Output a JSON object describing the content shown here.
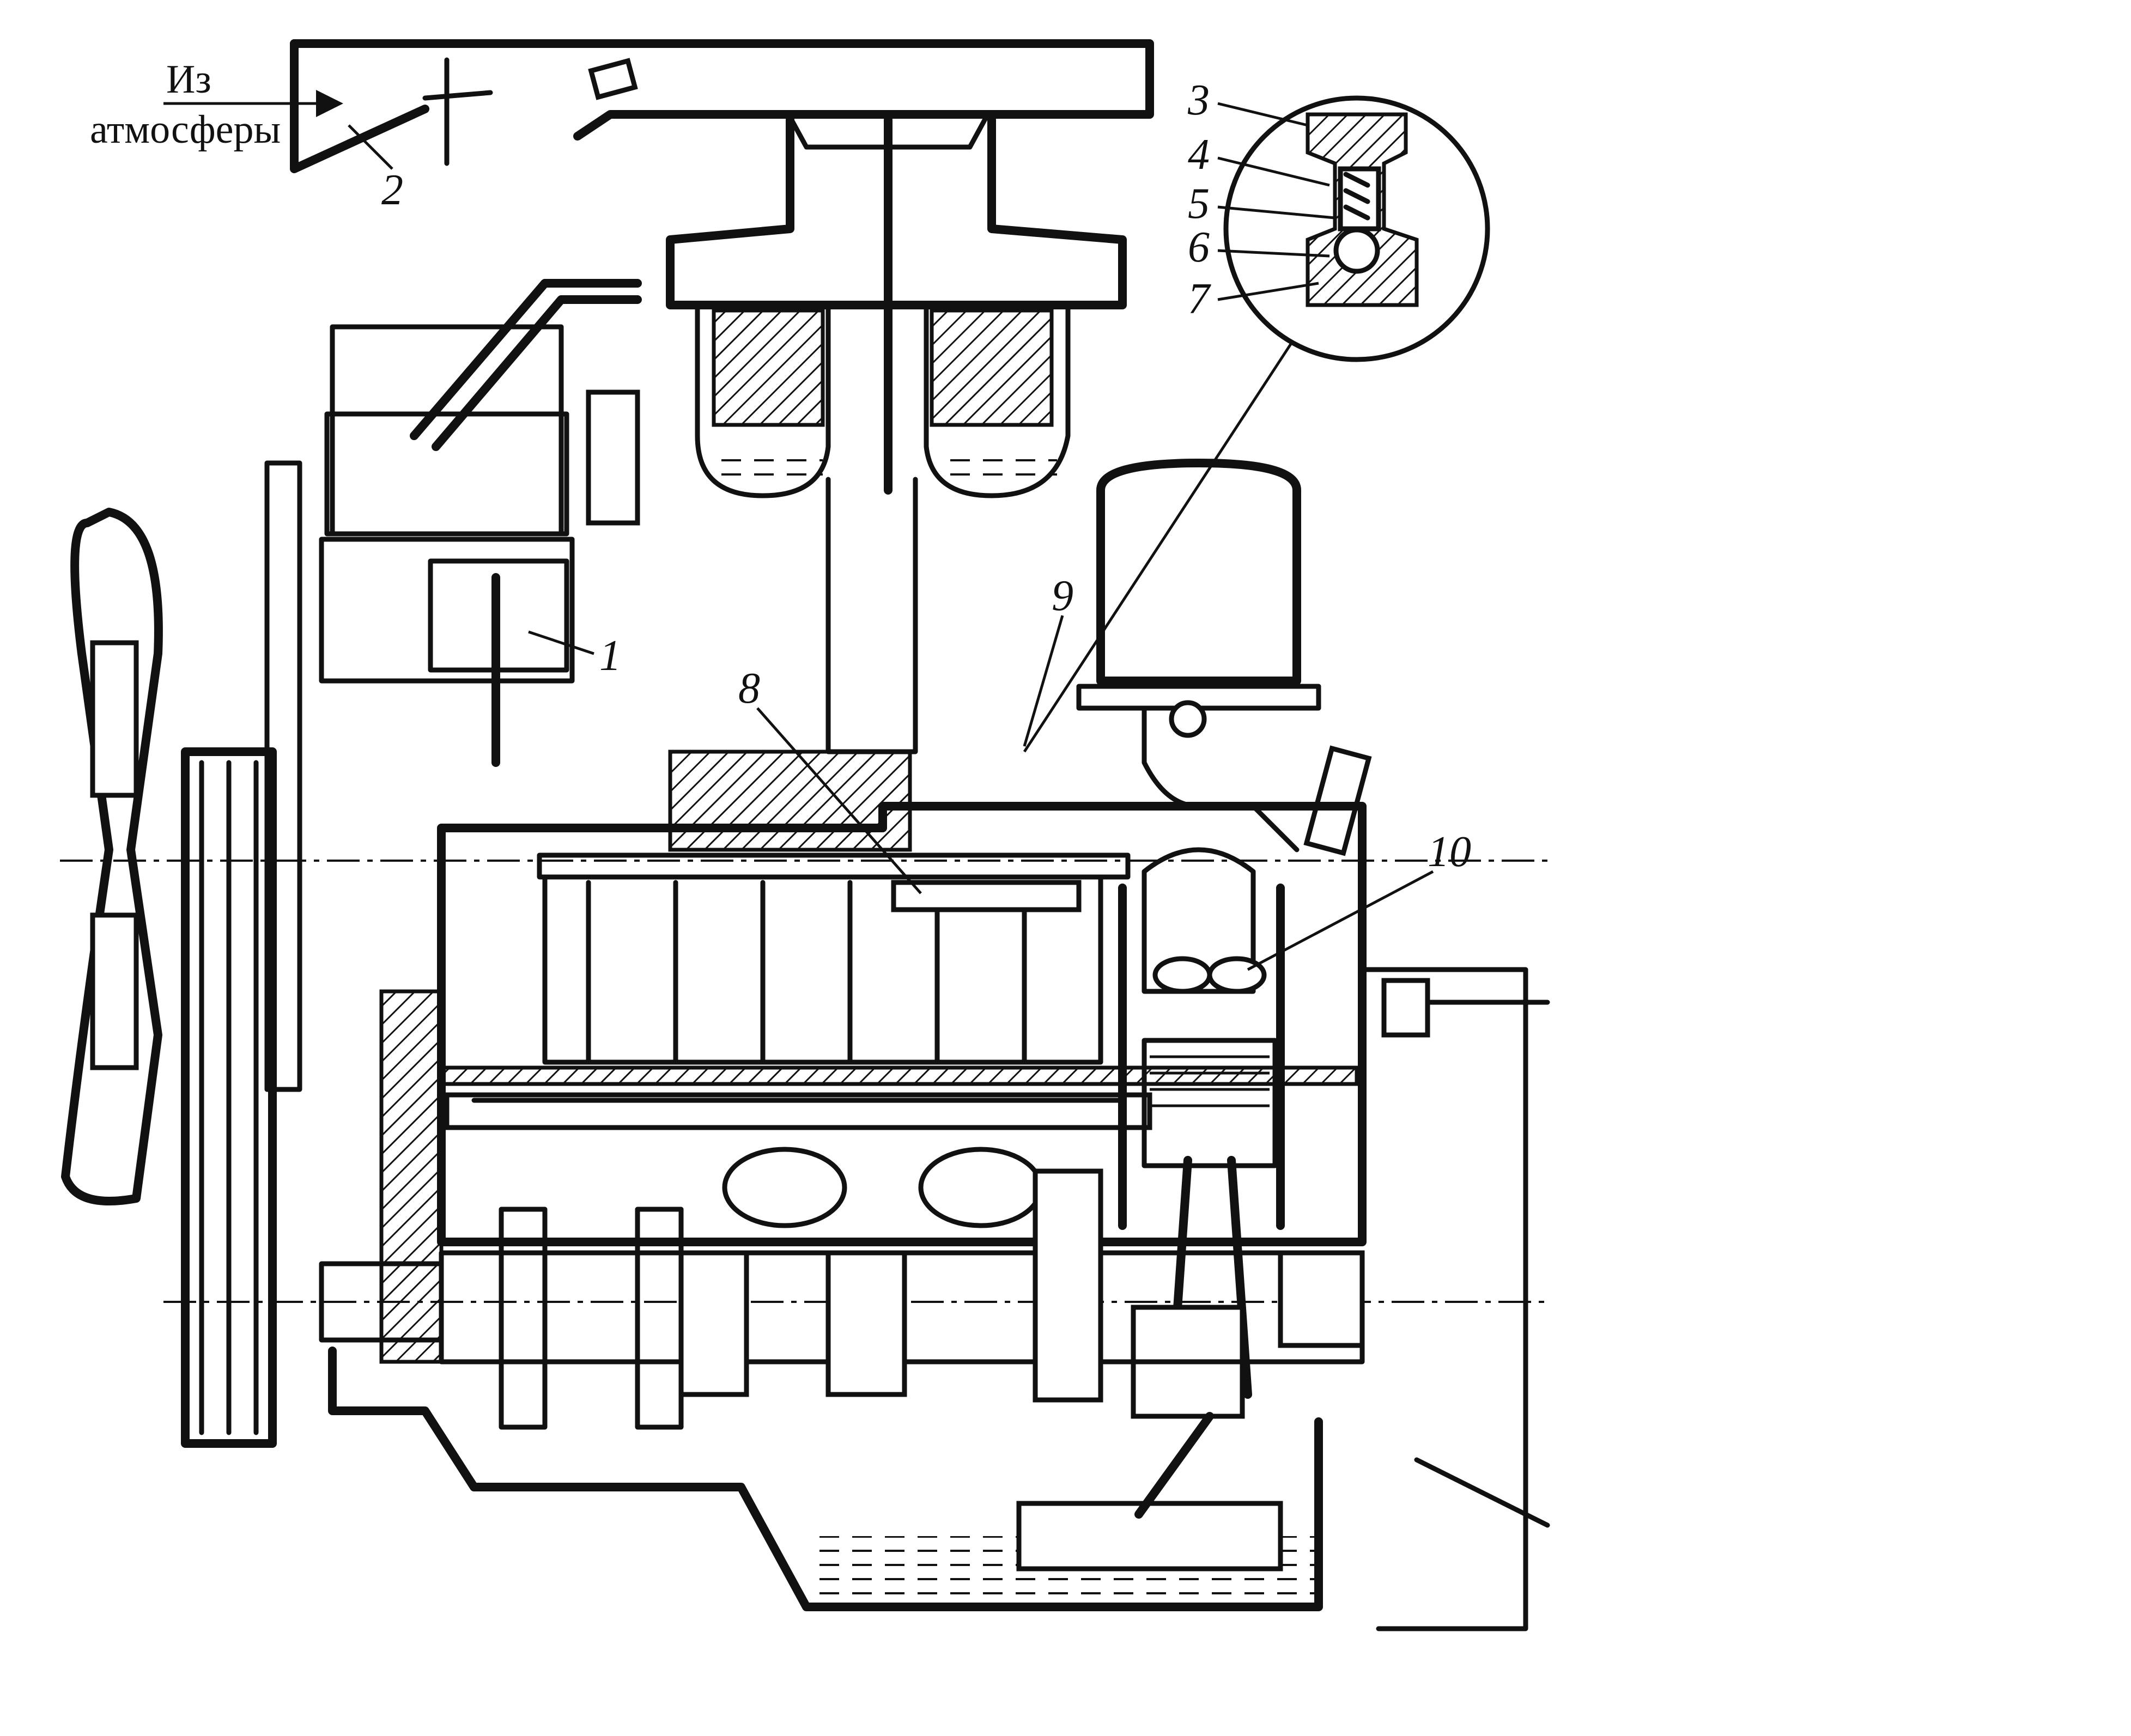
{
  "caption": {
    "line1": "Из",
    "line2": "атмосферы"
  },
  "callouts": [
    {
      "id": "1",
      "label": "1"
    },
    {
      "id": "2",
      "label": "2"
    },
    {
      "id": "3",
      "label": "3"
    },
    {
      "id": "4",
      "label": "4"
    },
    {
      "id": "5",
      "label": "5"
    },
    {
      "id": "6",
      "label": "6"
    },
    {
      "id": "7",
      "label": "7"
    },
    {
      "id": "8",
      "label": "8"
    },
    {
      "id": "9",
      "label": "9"
    },
    {
      "id": "10",
      "label": "10"
    }
  ],
  "colors": {
    "ink": "#111111",
    "paper": "#ffffff"
  }
}
